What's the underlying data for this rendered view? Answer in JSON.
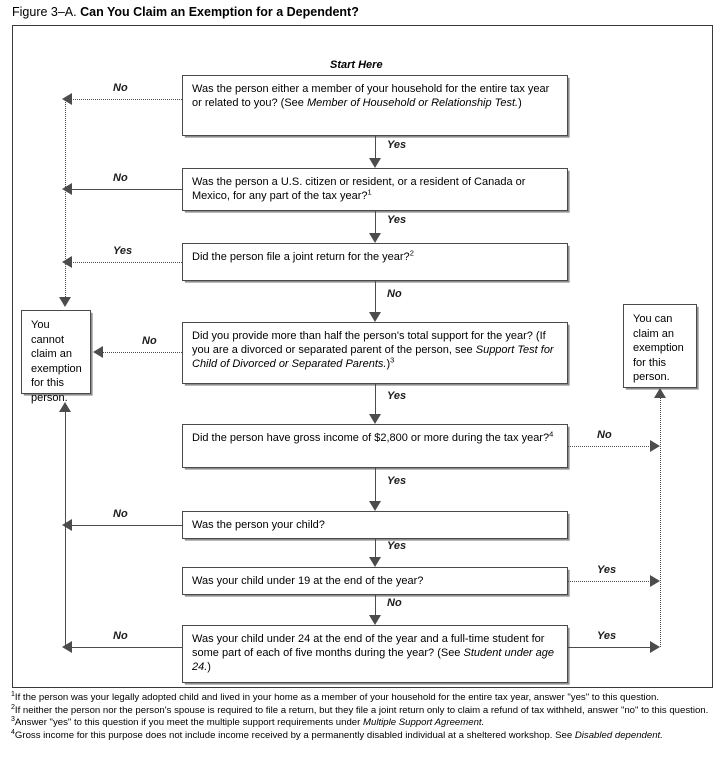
{
  "figure": {
    "label": "Figure 3–A.",
    "title": "Can You Claim an Exemption for a Dependent?",
    "start_label": "Start Here"
  },
  "boxes": {
    "q1": {
      "id": "member-or-relationship",
      "text_plain": "Was the person either a member of your household for the entire tax year or related to you? (See Member of Household or Relationship Test.)",
      "text_a": "Was the person either a member of your household for the entire tax year or related to you? (See ",
      "italic_a": "Member of Household or Relationship Test.",
      "text_b": ")"
    },
    "q2": {
      "id": "citizen-or-resident",
      "text_plain": "Was the person a U.S. citizen or resident, or a resident of Canada or Mexico, for any part of the tax year?",
      "footnote_ref": "1"
    },
    "q3": {
      "id": "joint-return",
      "text_plain": "Did the person file a joint return for the year?",
      "footnote_ref": "2"
    },
    "q4": {
      "id": "support-test",
      "text_a": "Did you provide more than half the person's total support for the year? (If you are a divorced or separated parent of the person, see ",
      "italic_a": "Support Test for Child of Divorced or Separated Parents.",
      "text_b": ")",
      "footnote_ref": "3",
      "text_plain": "Did you provide more than half the person's total support for the year? (If you are a divorced or separated parent of the person, see Support Test for Child of Divorced or Separated Parents.)"
    },
    "q5": {
      "id": "gross-income",
      "text_plain": "Did the person have gross income of $2,800 or more during the tax year?",
      "amount": "$2,800",
      "footnote_ref": "4"
    },
    "q6": {
      "id": "was-person-your-child",
      "text_plain": "Was the person your child?"
    },
    "q7": {
      "id": "child-under-19",
      "text_plain": "Was your child under 19 at the end of the year?",
      "age": "19"
    },
    "q8": {
      "id": "child-under-24-student",
      "text_a": "Was your child under 24 at the end of the year and a full-time student for some part of each of five months during the year? (See ",
      "italic_a": "Student under age 24.",
      "text_b": ")",
      "age": "24",
      "text_plain": "Was your child under 24 at the end of the year and a full-time student for some part of each of five months during the year? (See Student under age 24.)"
    },
    "cannot": {
      "id": "cannot-claim",
      "text": "You cannot claim an exemption for this person."
    },
    "can": {
      "id": "can-claim",
      "text": "You can claim an exemption for this person."
    }
  },
  "edges": {
    "q1_no": "No",
    "q1_yes": "Yes",
    "q2_no": "No",
    "q2_yes": "Yes",
    "q3_yes": "Yes",
    "q3_no": "No",
    "q4_no": "No",
    "q4_yes": "Yes",
    "q5_no": "No",
    "q5_yes": "Yes",
    "q6_no": "No",
    "q6_yes": "Yes",
    "q7_yes": "Yes",
    "q7_no": "No",
    "q8_no": "No",
    "q8_yes": "Yes"
  },
  "footnotes": [
    {
      "marker": "1",
      "text": "If the person was your legally adopted child and lived in your home as a member of your household for the entire tax year, answer \"yes\" to this question."
    },
    {
      "marker": "2",
      "text": "If neither the person nor the person's spouse is required to file a return, but they file a joint return only to claim a refund of tax withheld, answer \"no\" to this question."
    },
    {
      "marker": "3",
      "text_a": "Answer \"yes\" to this question if you meet the multiple support requirements under ",
      "italic_a": "Multiple Support Agreement.",
      "text_plain": "Answer \"yes\" to this question if you meet the multiple support requirements under Multiple Support Agreement."
    },
    {
      "marker": "4",
      "text_a": "Gross income for this purpose does not include income received by a permanently disabled individual at a sheltered workshop. See ",
      "italic_a": "Disabled dependent.",
      "text_plain": "Gross income for this purpose does not include income received by a permanently disabled individual at a sheltered workshop. See Disabled dependent."
    }
  ],
  "colors": {
    "line": "#4c4c4c",
    "border": "#4a4a4a",
    "text": "#000000",
    "background": "#ffffff"
  }
}
